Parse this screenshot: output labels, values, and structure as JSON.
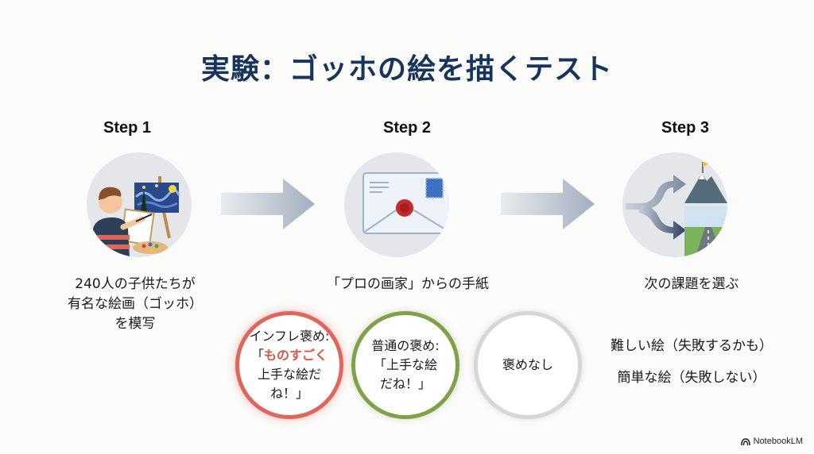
{
  "title": "実験：ゴッホの絵を描くテスト",
  "steps": [
    {
      "label": "Step 1",
      "icon": "child-painting-starry-night-icon",
      "caption_lines": [
        "240人の子供たちが",
        "有名な絵画（ゴッホ）",
        "を模写"
      ]
    },
    {
      "label": "Step 2",
      "icon": "sealed-envelope-icon",
      "caption_lines": [
        "「プロの画家」からの手紙"
      ]
    },
    {
      "label": "Step 3",
      "icon": "branching-path-mountain-road-icon",
      "caption_lines": [
        "次の課題を選ぶ"
      ]
    }
  ],
  "praise_types": [
    {
      "line1": "インフレ褒め:",
      "line2_prefix": "「",
      "line2_highlight": "ものすごく",
      "line3": "上手な絵だ",
      "line4": "ね！」",
      "color": "#e0655a"
    },
    {
      "line1": "普通の褒め:",
      "line2": "「上手な絵",
      "line3": "だね！」",
      "color": "#7fa14a"
    },
    {
      "line1": "褒めなし",
      "color": "#d6d7d9"
    }
  ],
  "choices": [
    "難しい絵（失敗するかも）",
    "簡単な絵（失敗しない）"
  ],
  "brand": "NotebookLM"
}
